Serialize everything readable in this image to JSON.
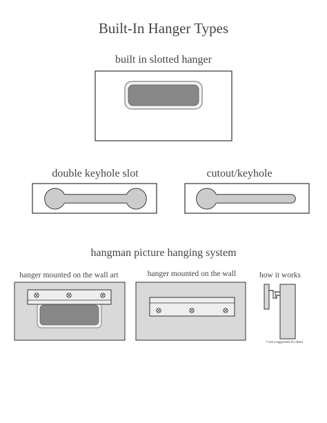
{
  "title": "Built-In Hanger Types",
  "sections": {
    "slotted": {
      "label": "built in slotted hanger"
    },
    "double_keyhole": {
      "label": "double keyhole slot"
    },
    "cutout_keyhole": {
      "label": "cutout/keyhole"
    },
    "hangman": {
      "label": "hangman picture hanging system",
      "panels": {
        "art": {
          "label": "hanger mounted on the wall art"
        },
        "wall": {
          "label": "hanger mounted on the wall"
        },
        "how": {
          "label": "how it works",
          "note": "* size exaggerated for detail"
        }
      }
    }
  },
  "colors": {
    "outline": "#333333",
    "panel_fill": "#d9d9d9",
    "slot_fill": "#888888",
    "rim_fill": "#f2f2f2",
    "keyhole_fill": "#cccccc",
    "bar_fill": "#eeeeee",
    "text": "#444444"
  },
  "icons": {
    "screw": "screw-icon"
  }
}
